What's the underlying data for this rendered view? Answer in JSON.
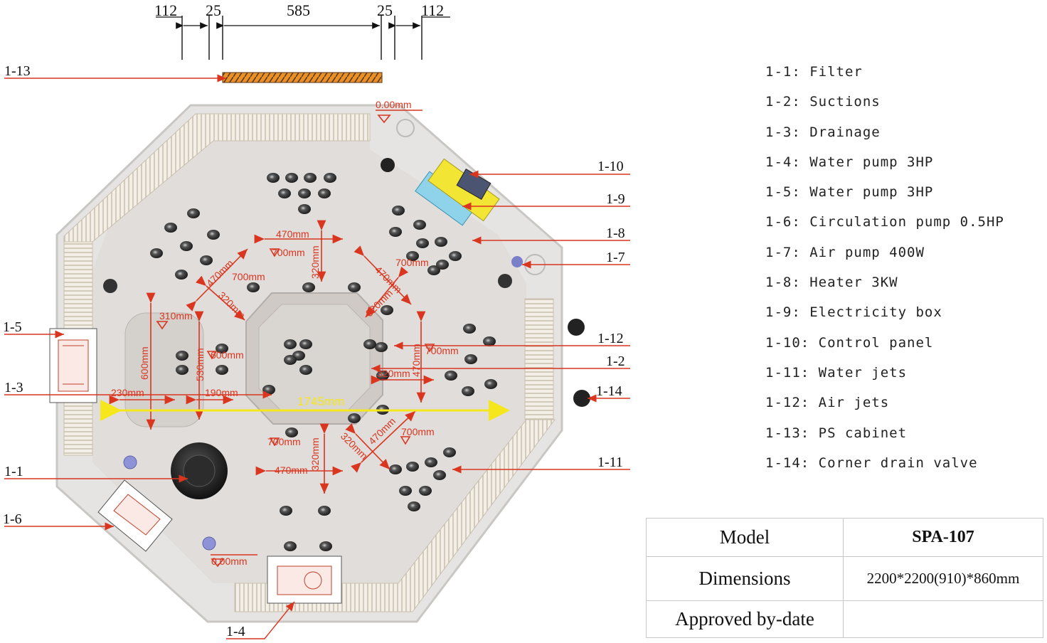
{
  "top_dimensions": [
    "112",
    "25",
    "585",
    "25",
    "112"
  ],
  "callouts": {
    "c13": "1-13",
    "c10": "1-10",
    "c9": "1-9",
    "c8": "1-8",
    "c7": "1-7",
    "c5": "1-5",
    "c3": "1-3",
    "c12": "1-12",
    "c2": "1-2",
    "c14": "1-14",
    "c1": "1-1",
    "c11": "1-11",
    "c6": "1-6",
    "c4": "1-4"
  },
  "red_dimensions": {
    "top_level": "0.00mm",
    "bottom_level": "0.00mm",
    "top_seat_width": "470mm",
    "top_seat_depth": "700mm",
    "top_seat_len": "320mm",
    "ul_seat_width": "470mm",
    "ul_seat_depth": "700mm",
    "ul_seat_len": "320mm",
    "ur_seat_width": "470mm",
    "ur_seat_depth": "700mm",
    "ur_seat_len": "320mm",
    "lounger_depth": "310mm",
    "lounger_len": "600mm",
    "lounger_inner": "530mm",
    "lounger_step": "600mm",
    "lounger_w1": "230mm",
    "lounger_w2": "190mm",
    "right_seat_width": "470mm",
    "right_seat_depth": "700mm",
    "right_seat_len": "320mm",
    "bottom_seat_width": "470mm",
    "bottom_seat_depth": "700mm",
    "bottom_seat_len": "320mm",
    "lr_seat_width": "470mm",
    "lr_seat_depth": "700mm",
    "lr_seat_len": "320mm"
  },
  "overall_width": "1745mm",
  "legend": [
    "1-1: Filter",
    "1-2: Suctions",
    "1-3: Drainage",
    "1-4: Water pump 3HP",
    "1-5: Water pump 3HP",
    "1-6: Circulation pump 0.5HP",
    "1-7: Air pump 400W",
    "1-8: Heater 3KW",
    "1-9: Electricity box",
    "1-10: Control panel",
    "1-11: Water jets",
    "1-12: Air jets",
    "1-13: PS cabinet",
    "1-14: Corner drain valve"
  ],
  "spec_table": {
    "model_label": "Model",
    "model_value": "SPA-107",
    "dimensions_label": "Dimensions",
    "dimensions_value": "2200*2200(910)*860mm",
    "approved_label": "Approved by-date",
    "approved_value": ""
  },
  "colors": {
    "shell": "#e6e4e2",
    "shell_edge": "#c9c7c4",
    "dim_red": "#d9351f",
    "overall_yellow": "#f6e61c",
    "cabinet_orange": "#e8902a",
    "electric_box_yellow": "#f3e533",
    "heater_blue": "#8fd3ea",
    "jet_dark": "#3a3a3a"
  }
}
